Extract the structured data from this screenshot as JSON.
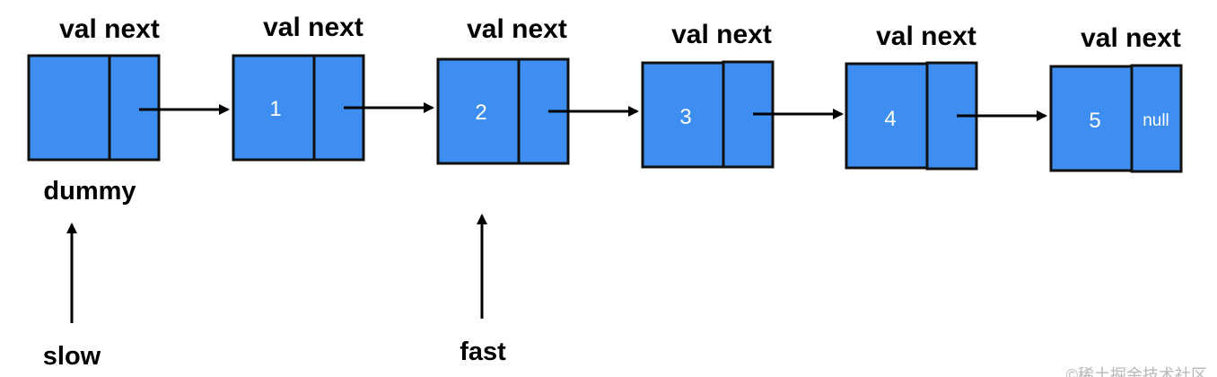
{
  "colors": {
    "node_fill": "#3d8ef0",
    "node_stroke": "#111111",
    "arrow": "#000000",
    "background": "#ffffff"
  },
  "nodes": [
    {
      "header": "val next",
      "val": "",
      "next": "",
      "below_label": "dummy"
    },
    {
      "header": "val next",
      "val": "1",
      "next": ""
    },
    {
      "header": "val next",
      "val": "2",
      "next": ""
    },
    {
      "header": "val next",
      "val": "3",
      "next": ""
    },
    {
      "header": "val next",
      "val": "4",
      "next": ""
    },
    {
      "header": "val next",
      "val": "5",
      "next": "null"
    }
  ],
  "pointers": {
    "slow": {
      "label": "slow",
      "points_to": "dummy"
    },
    "fast": {
      "label": "fast",
      "points_to": "2"
    }
  },
  "watermark": "©稀土掘金技术社区"
}
